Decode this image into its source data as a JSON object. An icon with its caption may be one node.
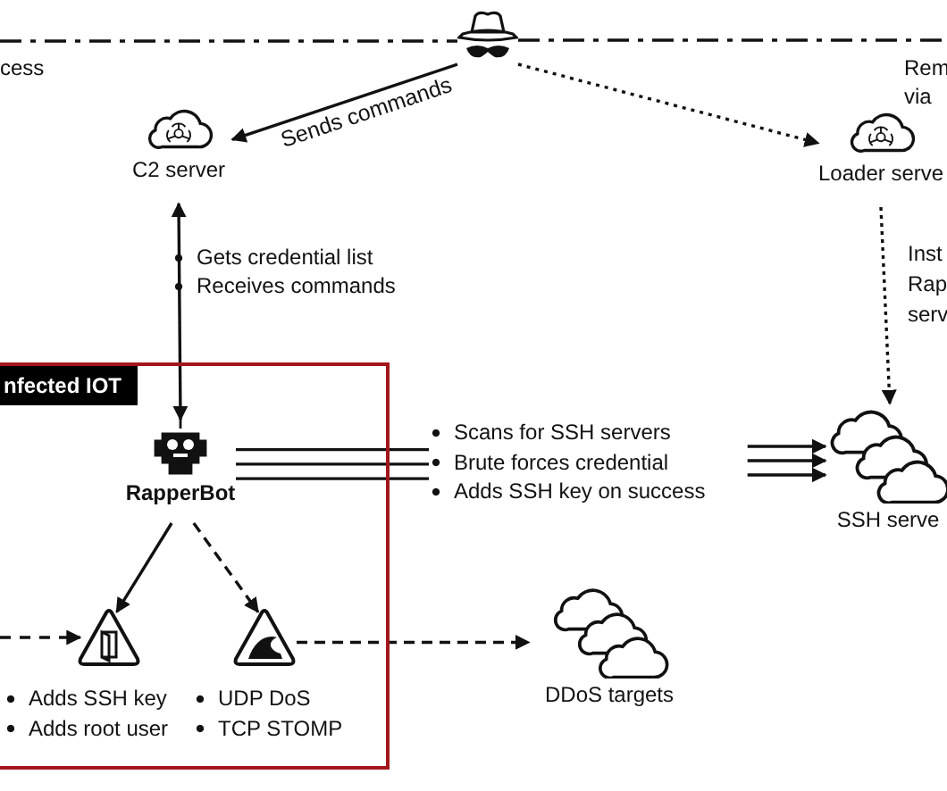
{
  "diagram": {
    "nodes": [
      {
        "text": [],
        "shape": "person"
      },
      {
        "text": [
          "C2 server"
        ]
      },
      {
        "text": [
          "Loader serve"
        ]
      },
      {
        "text": [
          "nfected IOT"
        ]
      },
      {
        "text": [
          "RapperBot"
        ],
        "in": 3
      },
      {
        "text": [],
        "shape": "triangle",
        "in": 3,
        "beside": [
          "Adds SSH key",
          "Adds root user"
        ]
      },
      {
        "text": [],
        "shape": "triangle",
        "in": 3,
        "beside": [
          "UDP DoS",
          "TCP STOMP"
        ]
      },
      {
        "text": [
          "SSH serve"
        ]
      },
      {
        "text": [
          "DDoS targets"
        ]
      },
      {
        "text": [
          "Scans for SSH servers",
          "Brute forces credential",
          "Adds SSH key on success"
        ]
      }
    ],
    "edges": [
      {
        "from": 0,
        "to": 1,
        "arrow": "to",
        "label": "Sends commands"
      },
      {
        "from": 0,
        "to": 2,
        "arrow": "to",
        "style": "dashed"
      },
      {
        "from": 1,
        "to": 4,
        "arrow": "both"
      },
      {
        "from": 2,
        "to": 7,
        "arrow": "to",
        "style": "dashed"
      },
      {
        "from": 4,
        "to": 9,
        "arrow": "none"
      },
      {
        "from": 4,
        "to": 9,
        "arrow": "none"
      },
      {
        "from": 4,
        "to": 9,
        "arrow": "none"
      },
      {
        "from": 4,
        "to": 5,
        "arrow": "to"
      },
      {
        "from": 4,
        "to": 6,
        "arrow": "to",
        "style": "dashed"
      },
      {
        "from": 6,
        "to": 8,
        "arrow": "to",
        "style": "dashed"
      },
      {
        "from": null,
        "to": 5,
        "arrow": "to",
        "style": "dashed"
      },
      {
        "from": null,
        "to": 0,
        "arrow": "none",
        "style": "dashed"
      },
      {
        "from": 0,
        "to": null,
        "arrow": "none",
        "style": "dashed"
      },
      {
        "from": 9,
        "to": 7,
        "arrow": "to"
      },
      {
        "from": 9,
        "to": 7,
        "arrow": "to"
      },
      {
        "from": 9,
        "to": 7,
        "arrow": "to"
      }
    ],
    "labels": [
      "cess",
      "Rem via",
      "Gets credential list",
      "Receives commands",
      "Inst Rap serv"
    ]
  }
}
